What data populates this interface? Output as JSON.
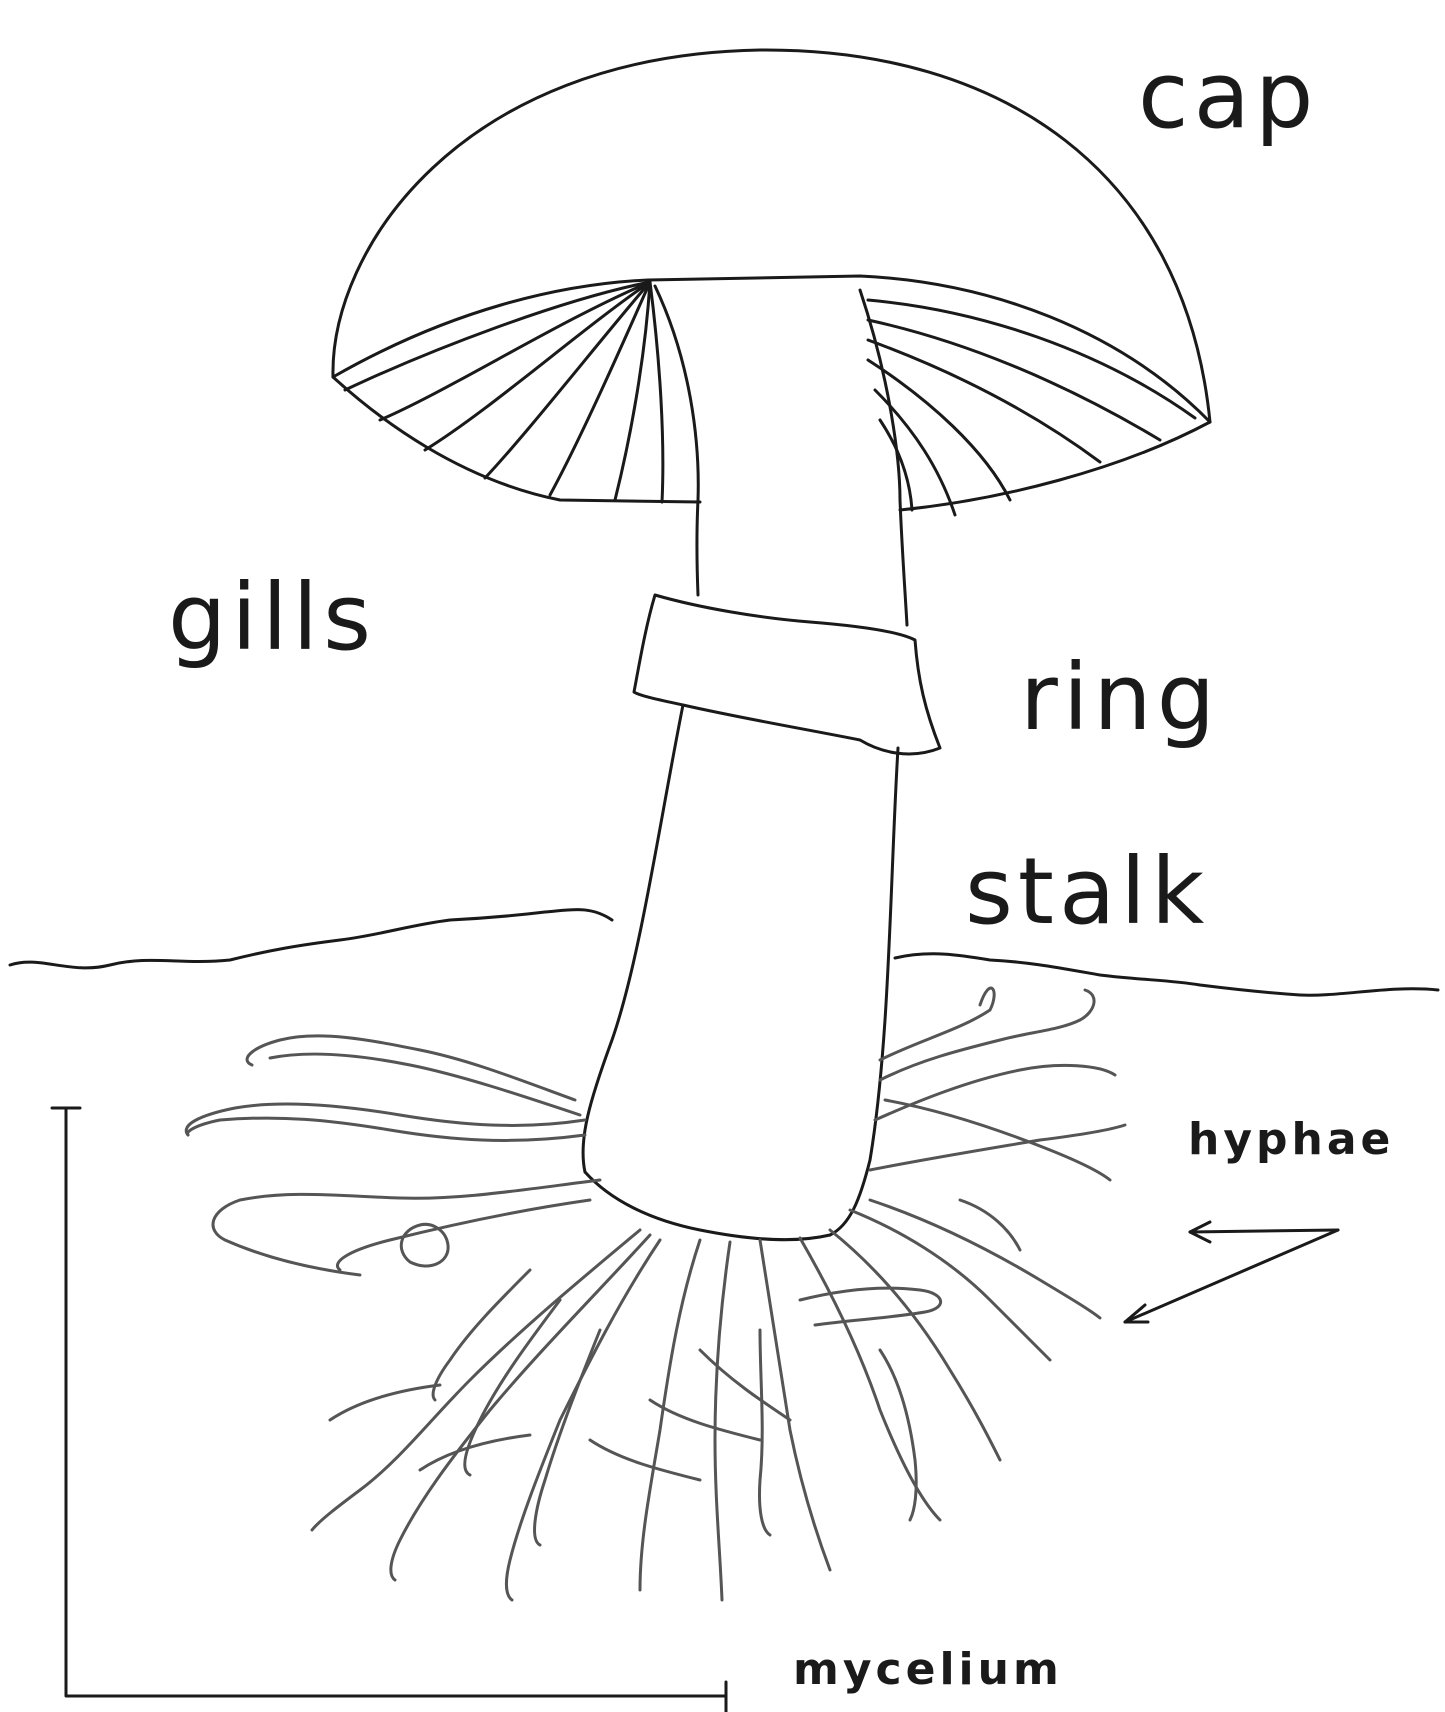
{
  "labels": {
    "cap": "cap",
    "gills": "gills",
    "ring": "ring",
    "stalk": "stalk",
    "hyphae": "hyphae",
    "mycelium": "mycelium"
  },
  "colors": {
    "ink": "#1a1a1a",
    "hyphae_ink": "#555555",
    "background": "#ffffff"
  }
}
